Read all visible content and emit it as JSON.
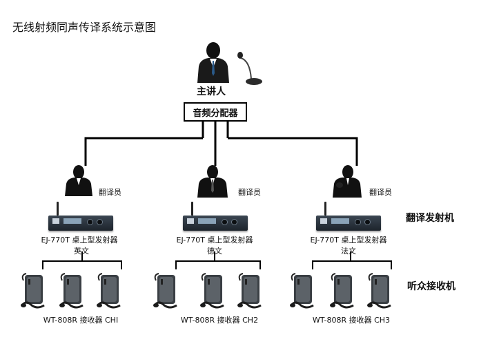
{
  "title": "无线射频同声传译系统示意图",
  "speaker": {
    "label": "主讲人"
  },
  "distributor": {
    "label": "音频分配器"
  },
  "interpreters": [
    {
      "label": "翻译员"
    },
    {
      "label": "翻译员"
    },
    {
      "label": "翻译员"
    }
  ],
  "transmitters": [
    {
      "model": "EJ-770T",
      "name": "桌上型发射器",
      "language": "英文"
    },
    {
      "model": "EJ-770T",
      "name": "桌上型发射器",
      "language": "德文"
    },
    {
      "model": "EJ-770T",
      "name": "桌上型发射器",
      "language": "法文"
    }
  ],
  "receivers": [
    {
      "model": "WT-808R",
      "name": "接收器",
      "channel": "CHI"
    },
    {
      "model": "WT-808R",
      "name": "接收器",
      "channel": "CH2"
    },
    {
      "model": "WT-808R",
      "name": "接收器",
      "channel": "CH3"
    }
  ],
  "sections": {
    "transmitters_label": "翻译发射机",
    "receivers_label": "听众接收机"
  },
  "icons": {
    "speaker": "person-with-suit-icon",
    "microphone": "gooseneck-microphone-icon",
    "interpreter": "person-silhouette-icon",
    "transmitter": "desktop-transmitter-icon",
    "receiver": "pocket-receiver-icon"
  }
}
